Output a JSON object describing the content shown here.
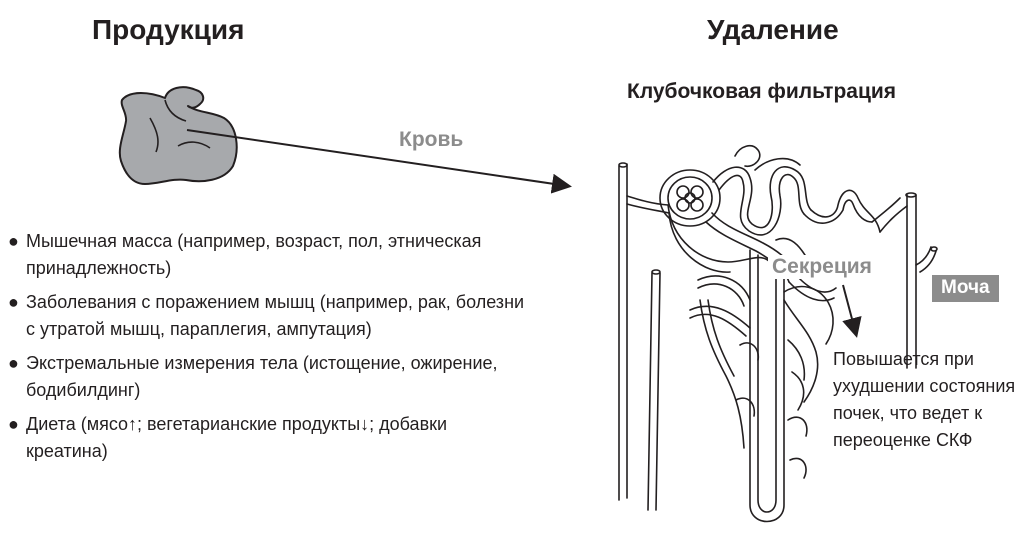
{
  "headings": {
    "production": "Продукция",
    "removal": "Удаление"
  },
  "labels": {
    "blood": "Кровь",
    "gfr": "Клубочковая фильтрация",
    "secretion": "Секреция",
    "urine": "Моча"
  },
  "secretion_note": "Повышается при ухудшении состояния почек, что ведет к переоценке СКФ",
  "factors": [
    "Мышечная масса (например, возраст, пол, этническая принадлежность)",
    "Заболевания с поражением мышц (например, рак, болезни с утратой мышц, параплегия, ампутация)",
    "Экстремальные измерения тела (истощение, ожирение, бодибилдинг)",
    "Диета (мясо↑; вегетарианские продукты↓; добавки креатина)"
  ],
  "bullet_glyph": "●",
  "colors": {
    "text": "#231f20",
    "muted_label": "#8c8c8c",
    "muscle_fill": "#a7a9ac",
    "urine_badge": "#8c8c8c"
  },
  "icons": {
    "muscle": "flexed-arm-icon",
    "kidney": "nephron-illustration"
  }
}
